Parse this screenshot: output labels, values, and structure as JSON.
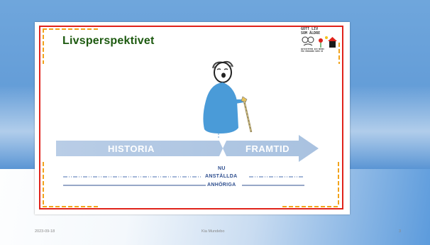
{
  "slide": {
    "title": "Livsperspektivet",
    "logo_lines": [
      "GOTT LIV",
      "SOM ÄLDRE",
      "AKTIVITETER OCH BEHOV",
      "FÖR PERSONER ÖVER 65"
    ],
    "timeline": {
      "past_label": "HISTORIA",
      "future_label": "FRAMTID",
      "now_label": "NU",
      "staff_label": "ANSTÄLLDA",
      "relatives_label": "ANHÖRIGA"
    }
  },
  "footer": {
    "date": "2023-09-18",
    "author": "Kia Mundebo",
    "page_number": "3"
  },
  "colors": {
    "title_green": "#1d5a10",
    "frame_red": "#e0231b",
    "frame_yellow": "#f2a31c",
    "arrow_blue": "#b9cde6",
    "figure_blue": "#4a9bd8",
    "line_blue": "#2f4f8f"
  }
}
